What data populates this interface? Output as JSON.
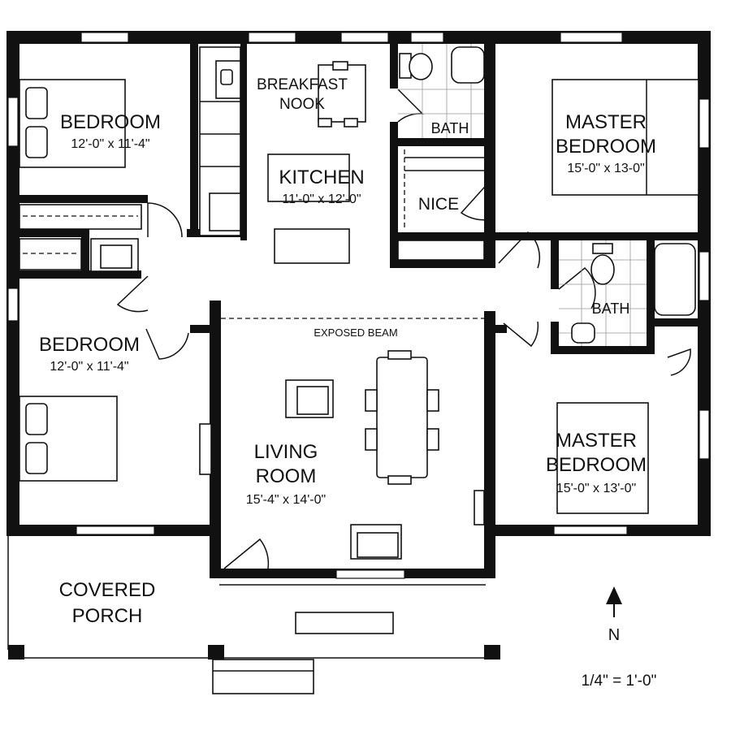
{
  "rooms": {
    "bedroom_1": {
      "name": "BEDROOM",
      "dims": "12'-0\" x 11'-4\""
    },
    "bedroom_2": {
      "name": "BEDROOM",
      "dims": "12'-0\" x 11'-4\""
    },
    "breakfast_nook": {
      "line1": "BREAKFAST",
      "line2": "NOOK"
    },
    "kitchen": {
      "name": "KITCHEN",
      "dims": "11'-0\" x 12'-0\""
    },
    "bath_1": {
      "name": "BATH"
    },
    "nice": {
      "name": "NICE"
    },
    "master_1": {
      "line1": "MASTER",
      "line2": "BEDROOM",
      "dims": "15'-0\" x 13-0\""
    },
    "bath_2": {
      "name": "BATH"
    },
    "living": {
      "line1": "LIVING",
      "line2": "ROOM",
      "dims": "15'-4\" x 14'-0\""
    },
    "master_2": {
      "line1": "MASTER",
      "line2": "BEDROOM",
      "dims": "15'-0\" x 13'-0\""
    },
    "porch": {
      "line1": "COVERED",
      "line2": "PORCH"
    }
  },
  "annotations": {
    "beam": "EXPOSED BEAM",
    "north": "N",
    "scale": "1/4\" = 1'-0\""
  }
}
